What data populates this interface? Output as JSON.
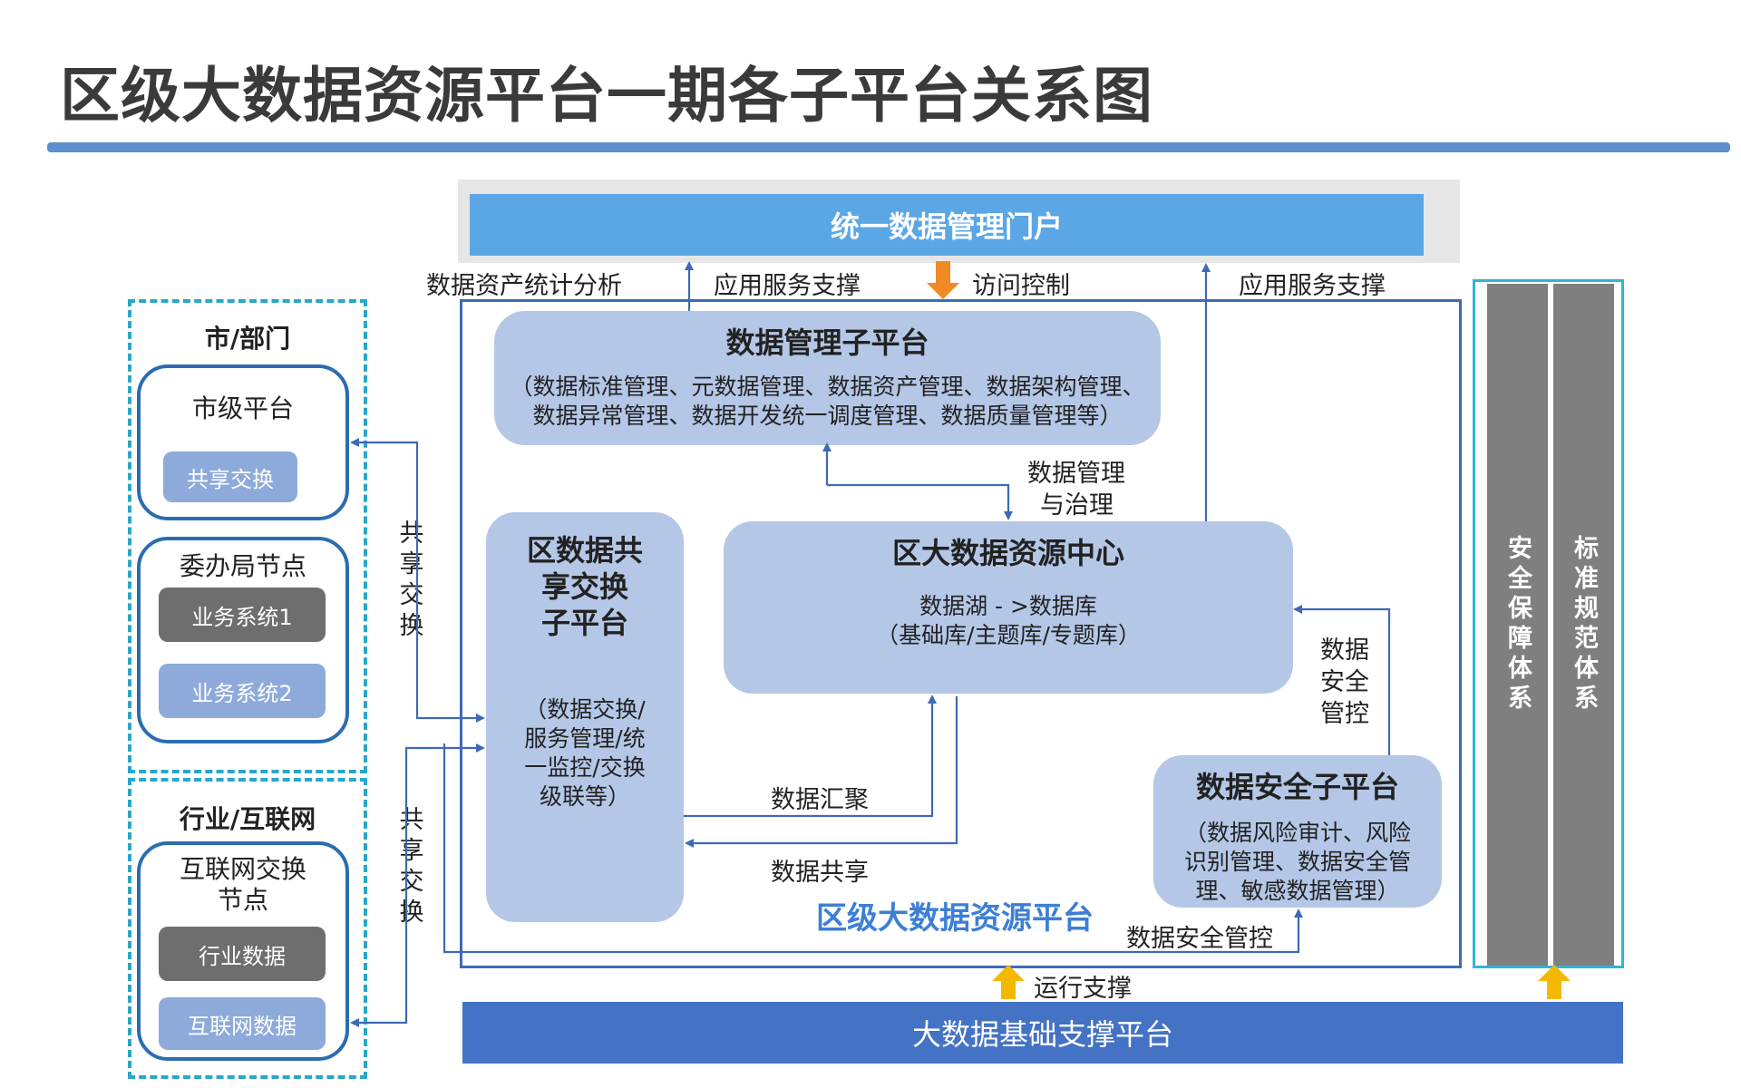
{
  "title": "区级大数据资源平台一期各子平台关系图",
  "portal": "统一数据管理门户",
  "top_labels": {
    "asset_stats": "数据资产统计分析",
    "app_support_left": "应用服务支撑",
    "access_control": "访问控制",
    "app_support_right": "应用服务支撑"
  },
  "data_mgmt": {
    "title": "数据管理子平台",
    "line1": "（数据标准管理、元数据管理、数据资产管理、数据架构管理、",
    "line2": "数据异常管理、数据开发统一调度管理、数据质量管理等）"
  },
  "governance_label_1": "数据管理",
  "governance_label_2": "与治理",
  "exchange": {
    "title_1": "区数据共",
    "title_2": "享交换",
    "title_3": "子平台",
    "desc_1": "（数据交换/",
    "desc_2": "服务管理/统",
    "desc_3": "一监控/交换",
    "desc_4": "级联等）"
  },
  "center": {
    "title": "区大数据资源中心",
    "line1": "数据湖 - >数据库",
    "line2": "（基础库/主题库/专题库）"
  },
  "security_ctrl_v": [
    "数据",
    "安全",
    "管控"
  ],
  "security": {
    "title": "数据安全子平台",
    "line1": "（数据风险审计、风险",
    "line2": "识别管理、数据安全管",
    "line3": "理、敏感数据管理）"
  },
  "aggregation": "数据汇聚",
  "sharing": "数据共享",
  "platform_name": "区级大数据资源平台",
  "security_ctrl_bottom": "数据安全管控",
  "run_support": "运行支撑",
  "foundation": "大数据基础支撑平台",
  "pillars": [
    "安全保障体系",
    "标准规范体系"
  ],
  "share_exchange_1": [
    "共",
    "享",
    "交",
    "换"
  ],
  "share_exchange_2": [
    "共",
    "享",
    "交",
    "换"
  ],
  "left_top": {
    "title": "市/部门",
    "city_box_title": "市级平台",
    "city_chip": "共享交换",
    "bureau_title": "委办局节点",
    "bureau_chip1": "业务系统1",
    "bureau_chip2": "业务系统2"
  },
  "left_bottom": {
    "title": "行业/互联网",
    "box_title_1": "互联网交换",
    "box_title_2": "节点",
    "chip1": "行业数据",
    "chip2": "互联网数据"
  },
  "colors": {
    "node": "#b4c7e7",
    "accent": "#3d6ab5",
    "arrow_orange": "#f08a24",
    "arrow_yellow": "#f5b800",
    "dashed": "#2aa6c9"
  }
}
